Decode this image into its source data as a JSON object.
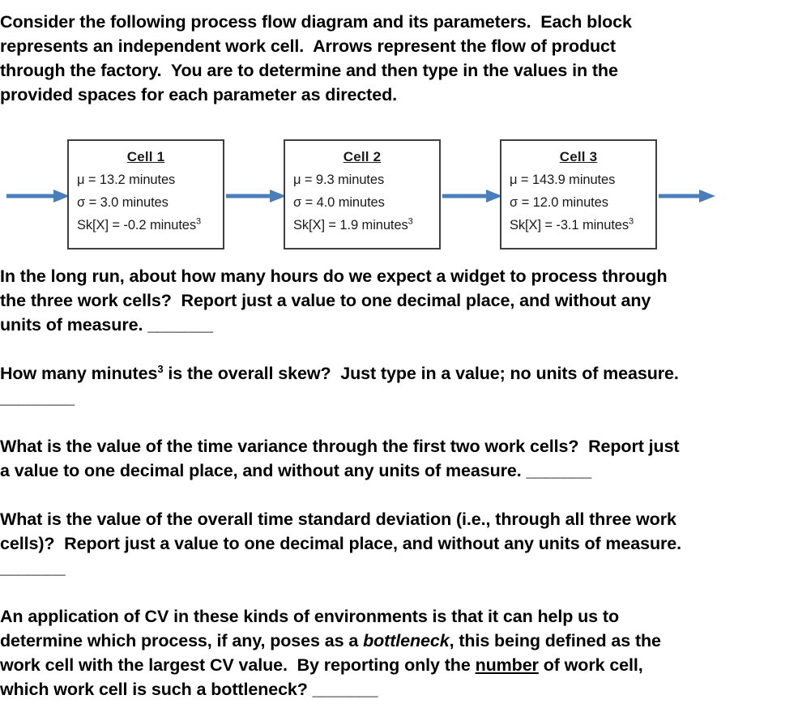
{
  "document": {
    "intro": {
      "lines": [
        "Consider the following process flow diagram and its parameters.  Each block",
        "represents an independent work cell.  Arrows represent the flow of product",
        "through the factory.  You are to determine and then type in the values in the",
        "provided spaces for each parameter as directed."
      ]
    },
    "diagram": {
      "arrow_color": "#4a7ebb",
      "box_border_color": "#3f3f3f",
      "arrow_in_name": "inbound-flow-arrow",
      "arrow_out_name": "outbound-flow-arrow",
      "cells": [
        {
          "title": "Cell 1",
          "mean": "μ = 13.2 minutes",
          "sigma": "σ = 3.0 minutes",
          "skew_prefix": "Sk[X] = -0.2 minutes",
          "skew_sup": "3"
        },
        {
          "title": "Cell 2",
          "mean": "μ = 9.3 minutes",
          "sigma": "σ = 4.0 minutes",
          "skew_prefix": "Sk[X] = 1.9 minutes",
          "skew_sup": "3"
        },
        {
          "title": "Cell 3",
          "mean": "μ = 143.9 minutes",
          "sigma": "σ = 12.0 minutes",
          "skew_prefix": "Sk[X] = -3.1 minutes",
          "skew_sup": "3"
        }
      ]
    },
    "questions": {
      "q1": {
        "line1": "In the long run, about how many hours do we expect a widget to process through",
        "line2": "the three work cells?  Report just a value to one decimal place, and without any",
        "line3_text": "units of measure. ",
        "line3_blank": "_______"
      },
      "q2": {
        "line1_pre": "How many minutes",
        "line1_sup": "3",
        "line1_post": " is the overall skew?  Just type in a value; no units of measure.",
        "line2_blank": "________"
      },
      "q3": {
        "line1": "What is the value of the time variance through the first two work cells?  Report just",
        "line2_text": "a value to one decimal place, and without any units of measure. ",
        "line2_blank": "_______"
      },
      "q4": {
        "line1": "What is the value of the overall time standard deviation (i.e., through all three work",
        "line2": "cells)?  Report just a value to one decimal place, and without any units of measure.",
        "line3_blank": "_______"
      },
      "q5": {
        "line1": "An application of CV in these kinds of environments is that it can help us to",
        "line2_pre": "determine which process, if any, poses as a ",
        "line2_italic": "bottleneck",
        "line2_post": ", this being defined as the",
        "line3_pre": "work cell with the largest CV value.  By reporting only the ",
        "line3_underline": "number",
        "line3_post": " of work cell,",
        "line4_text": "which work cell is such a bottleneck? ",
        "line4_blank": "_______"
      }
    }
  }
}
